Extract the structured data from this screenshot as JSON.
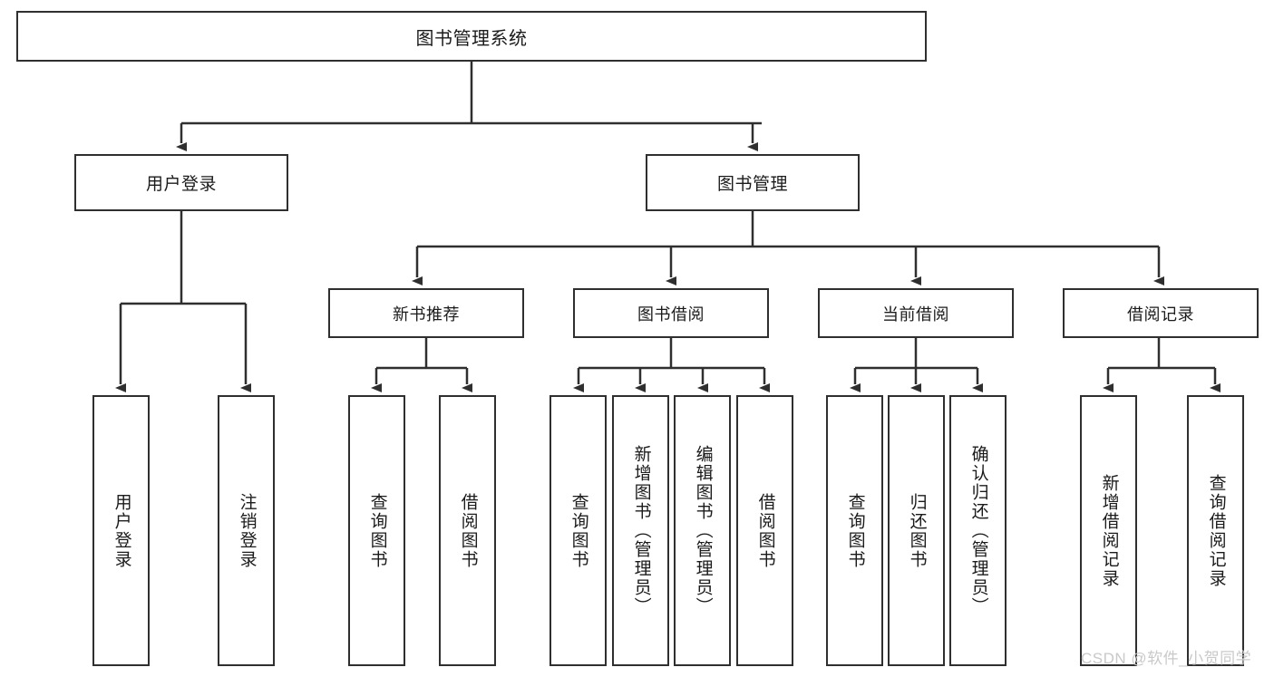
{
  "diagram": {
    "title": "图书管理系统",
    "type": "tree",
    "root": {
      "label": "图书管理系统"
    },
    "level1": [
      {
        "label": "用户登录"
      },
      {
        "label": "图书管理"
      }
    ],
    "level2": [
      {
        "label": "新书推荐"
      },
      {
        "label": "图书借阅"
      },
      {
        "label": "当前借阅"
      },
      {
        "label": "借阅记录"
      }
    ],
    "leaves": {
      "user_login": [
        {
          "label": "用户登录"
        },
        {
          "label": "注销登录"
        }
      ],
      "new_book": [
        {
          "label": "查询图书"
        },
        {
          "label": "借阅图书"
        }
      ],
      "borrow": [
        {
          "label": "查询图书"
        },
        {
          "label": "新增图书（管理员）"
        },
        {
          "label": "编辑图书（管理员）"
        },
        {
          "label": "借阅图书"
        }
      ],
      "current": [
        {
          "label": "查询图书"
        },
        {
          "label": "归还图书"
        },
        {
          "label": "确认归还（管理员）"
        }
      ],
      "records": [
        {
          "label": "新增借阅记录"
        },
        {
          "label": "查询借阅记录"
        }
      ]
    }
  },
  "watermark": {
    "text": "CSDN @软件_小贺同学"
  },
  "colors": {
    "stroke": "#2f2f2f",
    "background": "#ffffff",
    "text": "#1b1b1b",
    "watermark": "#c9c9c9"
  }
}
